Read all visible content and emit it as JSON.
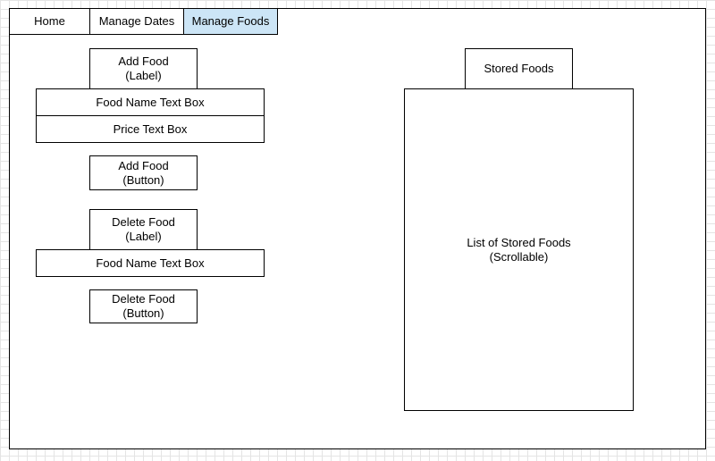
{
  "nav": {
    "tabs": [
      {
        "label": "Home",
        "active": false
      },
      {
        "label": "Manage Dates",
        "active": false
      },
      {
        "label": "Manage Foods",
        "active": true
      }
    ],
    "active_color": "#cce5f6"
  },
  "add_section": {
    "label": "Add Food\n(Label)",
    "food_name_box": "Food Name Text Box",
    "price_box": "Price Text Box",
    "button": "Add Food\n(Button)"
  },
  "delete_section": {
    "label": "Delete Food\n(Label)",
    "food_name_box": "Food Name Text Box",
    "button": "Delete Food\n(Button)"
  },
  "stored": {
    "label": "Stored Foods",
    "list": "List of Stored Foods\n(Scrollable)"
  }
}
